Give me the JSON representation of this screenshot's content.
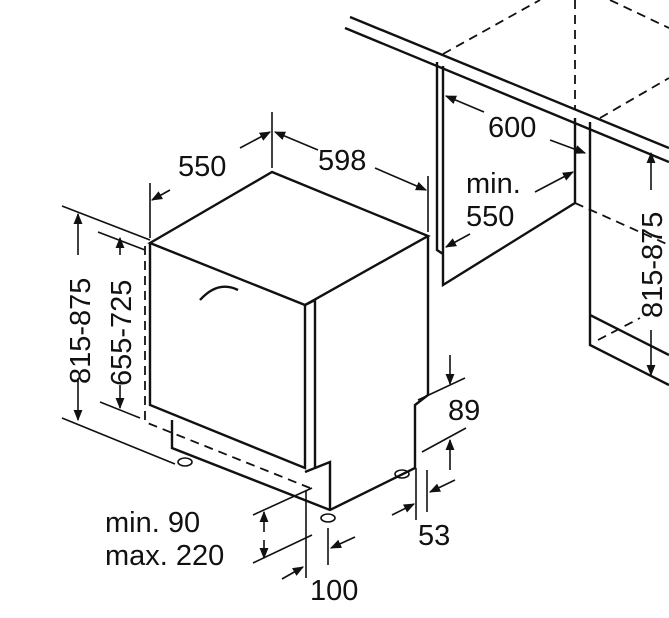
{
  "dimensions": {
    "depth": "550",
    "width": "598",
    "niche_width": "600",
    "niche_depth_label": "min.",
    "niche_depth": "550",
    "niche_height_right": "815-875",
    "height_left": "815-875",
    "door_height": "655-725",
    "plinth_recess_top": "89",
    "plinth_depth": "53",
    "plinth_height_min": "min. 90",
    "plinth_height_max": "max. 220",
    "plinth_offset": "100"
  }
}
